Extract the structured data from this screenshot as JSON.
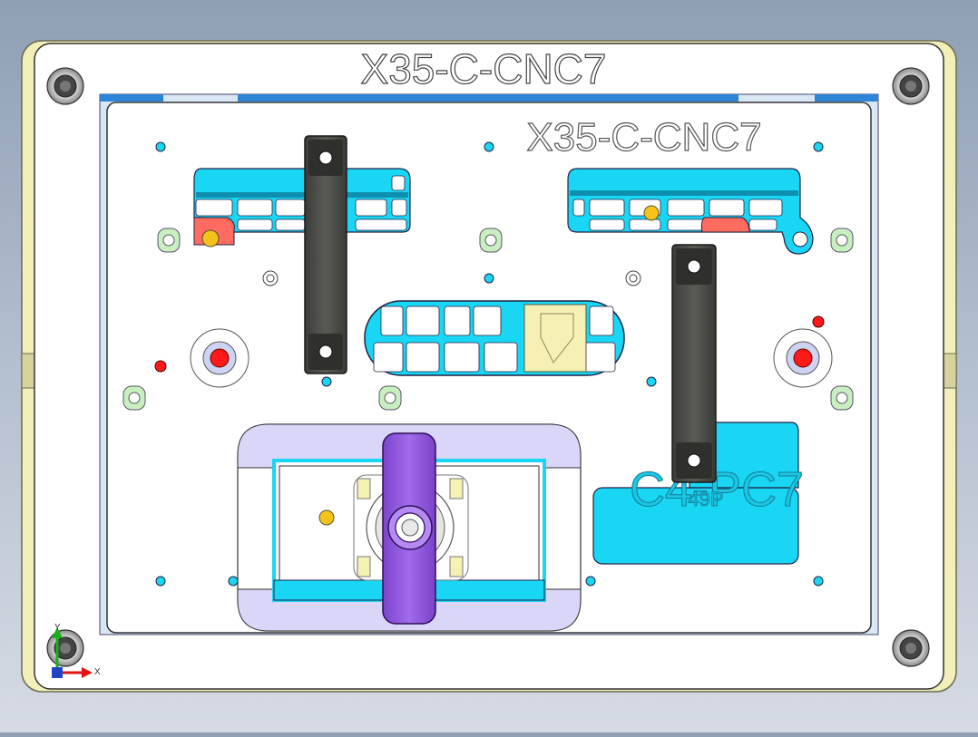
{
  "fixture": {
    "base_engraving": "X35-C-CNC7",
    "plate_engraving": "X35-C-CNC7",
    "pad_engraving_large": "C4-PC7",
    "pad_engraving_small": "49P"
  },
  "triad": {
    "axis_x": "X",
    "axis_y": "Y"
  },
  "colors": {
    "background_top": "#8f9fb4",
    "base_plate": "#ffffff",
    "base_edge": "#f3efb8",
    "top_plate": "#ffffff",
    "cyan": "#19d6f5",
    "clamp_arm": "#555650",
    "toggle_handle": "#9a5ce6",
    "red_pin": "#ff1a1a",
    "yellow_pin": "#f5c21a",
    "locator_green": "#c9efc0",
    "salmon_pad": "#ff6b5e"
  }
}
